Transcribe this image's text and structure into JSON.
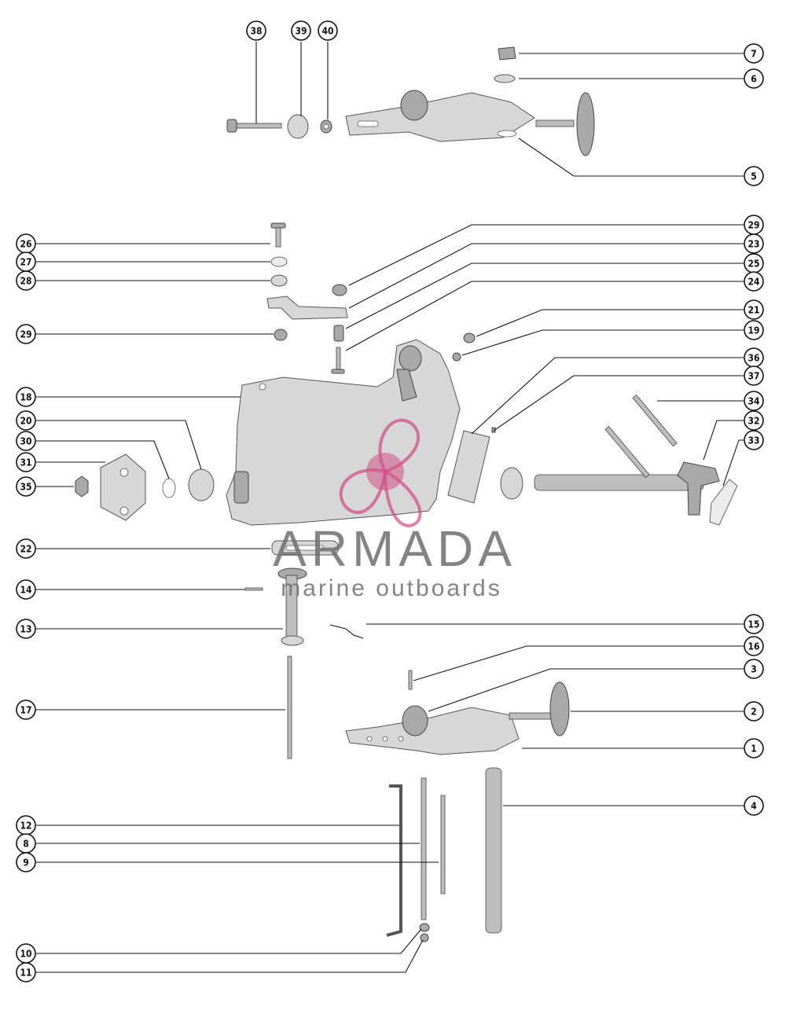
{
  "diagram": {
    "callouts": [
      "38",
      "39",
      "40",
      "7",
      "6",
      "5",
      "26",
      "27",
      "28",
      "29",
      "29",
      "23",
      "25",
      "24",
      "21",
      "19",
      "18",
      "36",
      "37",
      "34",
      "32",
      "33",
      "20",
      "30",
      "31",
      "35",
      "22",
      "14",
      "13",
      "15",
      "16",
      "3",
      "2",
      "1",
      "17",
      "4",
      "12",
      "8",
      "9",
      "10",
      "11"
    ]
  },
  "watermark": {
    "brand": "ARMADA",
    "tagline": "marine outboards",
    "accent_color": "#d23a7a",
    "gray_color": "#6f6f6f"
  }
}
